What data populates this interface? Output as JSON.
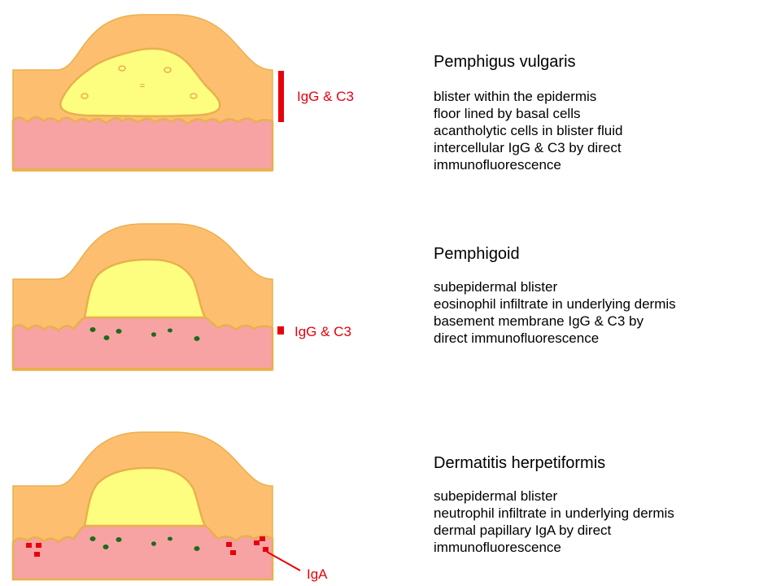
{
  "colors": {
    "epidermis": "#fdbf6f",
    "dermis": "#f7a3a3",
    "blister": "#fdfd80",
    "outline": "#e8b04e",
    "stain": "#e8000b",
    "infiltrate": "#1a6b1a"
  },
  "panels": [
    {
      "title": "Pemphigus vulgaris",
      "lines": [
        "blister within the epidermis",
        "floor lined by basal cells",
        "acantholytic cells in blister fluid",
        "intercellular IgG & C3 by direct",
        "immunofluorescence"
      ],
      "marker_label": "IgG & C3"
    },
    {
      "title": "Pemphigoid",
      "lines": [
        "subepidermal blister",
        "eosinophil infiltrate in underlying dermis",
        "basement membrane IgG & C3 by",
        "direct immunofluorescence"
      ],
      "marker_label": "IgG & C3"
    },
    {
      "title": "Dermatitis herpetiformis",
      "lines": [
        "subepidermal blister",
        "neutrophil infiltrate in underlying dermis",
        "dermal papillary IgA by direct",
        "immunofluorescence"
      ],
      "marker_label": "IgA"
    }
  ]
}
